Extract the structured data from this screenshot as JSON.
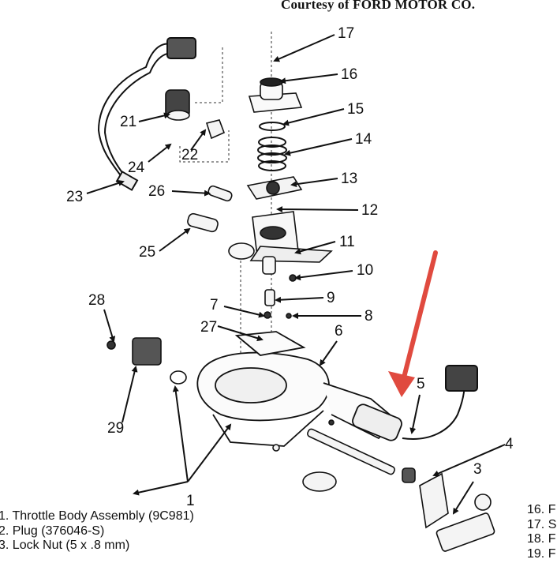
{
  "credit": "Courtesy of FORD MOTOR CO.",
  "callouts": [
    {
      "n": "1"
    },
    {
      "n": "3"
    },
    {
      "n": "4"
    },
    {
      "n": "5"
    },
    {
      "n": "6"
    },
    {
      "n": "7"
    },
    {
      "n": "8"
    },
    {
      "n": "9"
    },
    {
      "n": "10"
    },
    {
      "n": "11"
    },
    {
      "n": "12"
    },
    {
      "n": "13"
    },
    {
      "n": "14"
    },
    {
      "n": "15"
    },
    {
      "n": "16"
    },
    {
      "n": "17"
    },
    {
      "n": "21"
    },
    {
      "n": "22"
    },
    {
      "n": "23"
    },
    {
      "n": "24"
    },
    {
      "n": "25"
    },
    {
      "n": "26"
    },
    {
      "n": "27"
    },
    {
      "n": "28"
    },
    {
      "n": "29"
    }
  ],
  "legend_left": [
    "1. Throttle Body Assembly (9C981)",
    "2. Plug (376046-S)",
    "3. Lock Nut (5 x .8 mm)"
  ],
  "legend_right": [
    "16. F",
    "17. S",
    "18. F",
    "19. F"
  ],
  "annotation": {
    "color": "#e04a3f"
  }
}
